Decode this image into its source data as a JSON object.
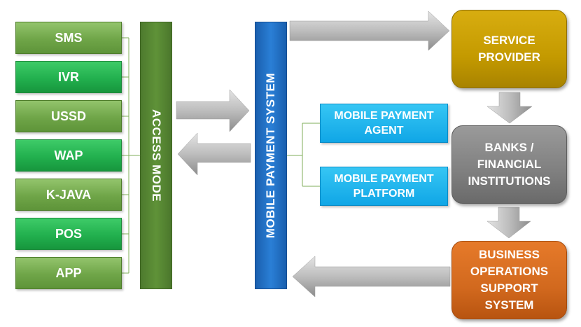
{
  "access_items": [
    "SMS",
    "IVR",
    "USSD",
    "WAP",
    "K-JAVA",
    "POS",
    "APP"
  ],
  "access_mode_label": "ACCESS MODE",
  "mobile_payment_system_label": "MOBILE PAYMENT SYSTEM",
  "agent": {
    "line1": "MOBILE PAYMENT",
    "line2": "AGENT"
  },
  "platform": {
    "line1": "MOBILE PAYMENT",
    "line2": "PLATFORM"
  },
  "service_provider": {
    "line1": "SERVICE",
    "line2": "PROVIDER"
  },
  "banks": {
    "line1": "BANKS /",
    "line2": "FINANCIAL",
    "line3": "INSTITUTIONS"
  },
  "boss": {
    "line1": "BUSINESS",
    "line2": "OPERATIONS",
    "line3": "SUPPORT",
    "line4": "SYSTEM"
  },
  "colors": {
    "access_light": "#6fa548",
    "access_dark": "#22b04e",
    "access_bar": "#548235",
    "mps_bar": "#1f6fc4",
    "agent_blue": "#10a6e6",
    "service_provider": "#c49a00",
    "banks": "#808080",
    "boss": "#d2691e",
    "arrow_gray": "#b0b0b0"
  }
}
